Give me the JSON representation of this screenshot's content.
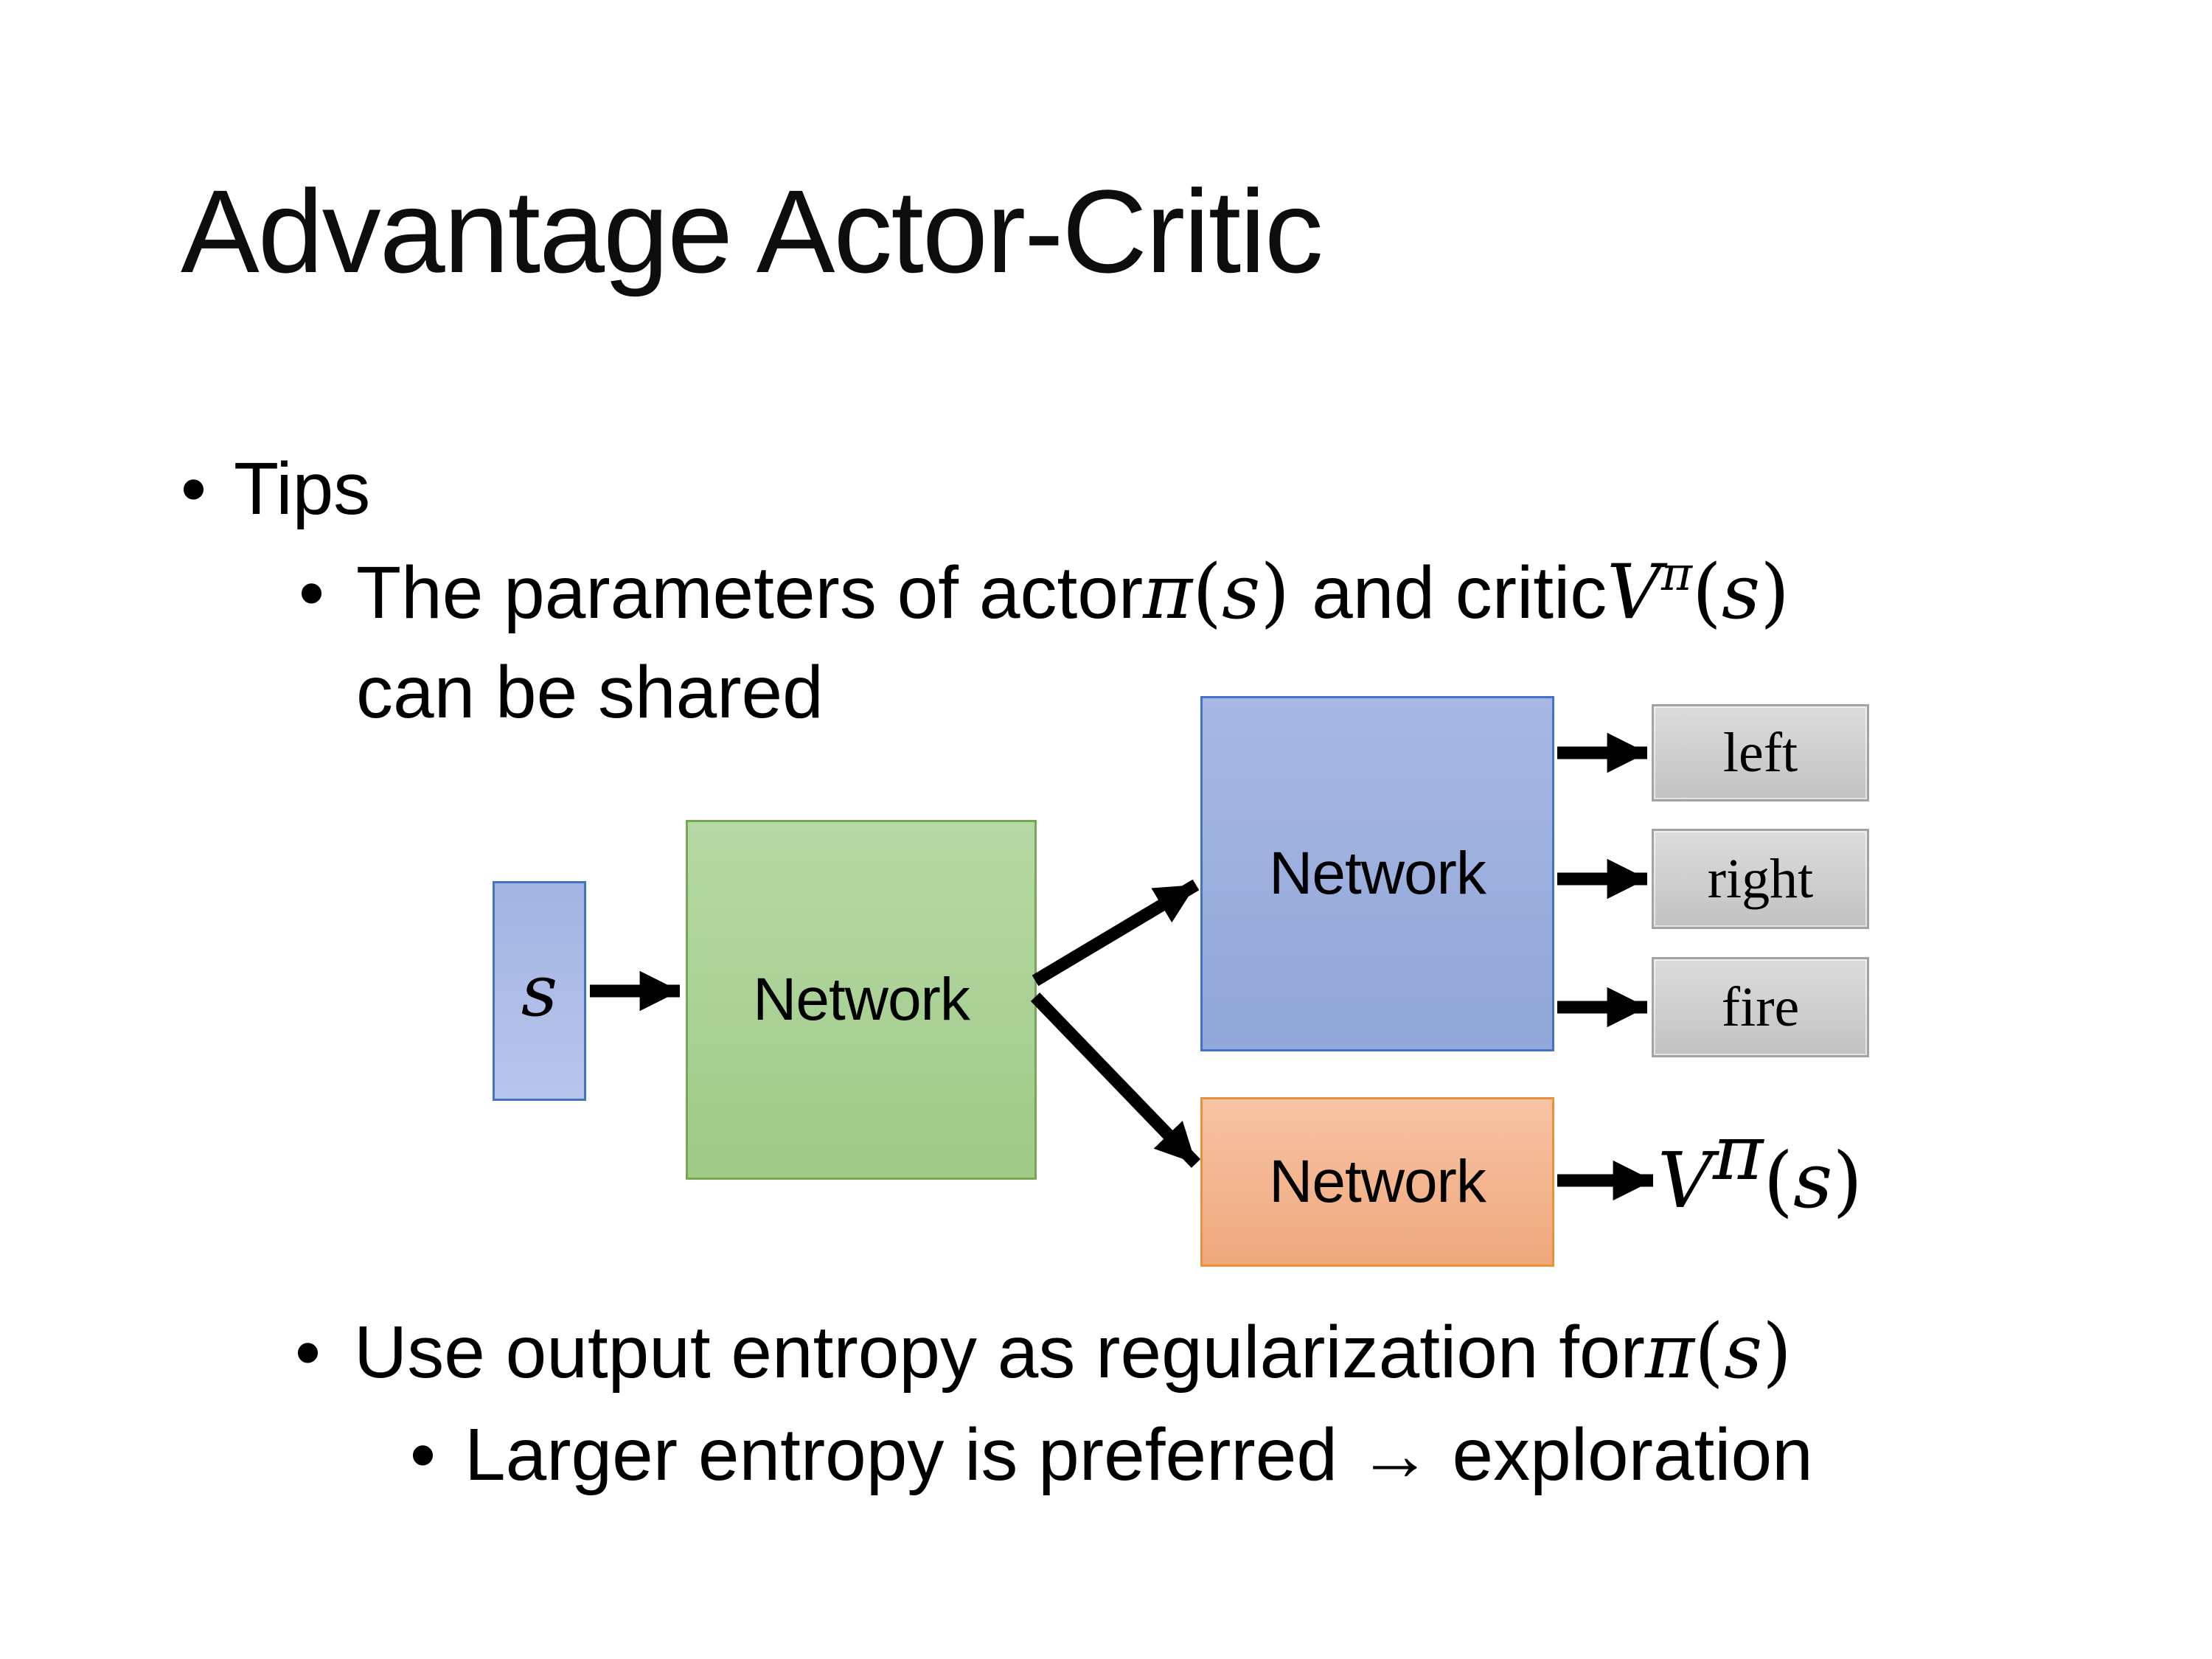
{
  "title": "Advantage Actor-Critic",
  "bullets": {
    "tips": "Tips",
    "dot": "•",
    "param_prefix": "The parameters of actor ",
    "param_mid": "and critic ",
    "param_cont": "can be shared",
    "entropy_prefix": "Use output entropy as regularization for ",
    "exploration": "Larger entropy is preferred → exploration"
  },
  "math": {
    "pi": "π",
    "s": "s",
    "V": "V",
    "lparen": "(",
    "rparen": ")"
  },
  "diagram": {
    "input_label": "s",
    "shared_network": "Network",
    "actor_network": "Network",
    "critic_network": "Network",
    "actions": [
      "left",
      "right",
      "fire"
    ]
  },
  "colors": {
    "state_fill_top": "#a3b4e2",
    "state_fill_bottom": "#b8c5ec",
    "blue_fill_top": "#a8b7e3",
    "blue_fill_bottom": "#90a7d8",
    "blue_border": "#4472c4",
    "green_fill_top": "#b7d9a5",
    "green_fill_bottom": "#9fca87",
    "green_border": "#74a854",
    "orange_fill_top": "#f7c3a4",
    "orange_fill_bottom": "#efa87c",
    "orange_border": "#e8913c",
    "gray_fill_top": "#dcdcdc",
    "gray_fill_bottom": "#c2c2c4",
    "gray_border": "#a3a3a5",
    "arrow": "#000000"
  }
}
